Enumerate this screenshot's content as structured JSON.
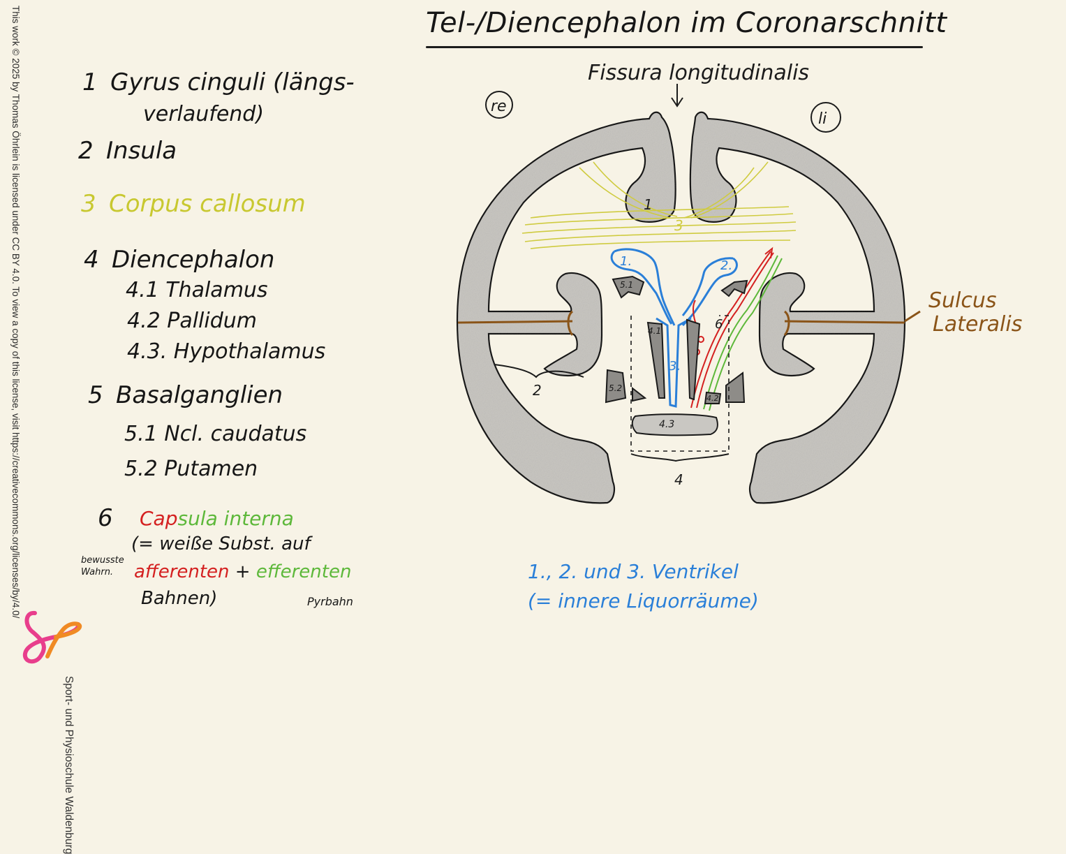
{
  "title": "Tel-/Diencephalon im Coronarschnitt",
  "credit": "This work © 2025 by Thomas Öhrlein is licensed under CC BY 4.0. To view a copy of this license, visit https://creativecommons.org/licenses/by/4.0/",
  "logo": {
    "name": "Sport- und Physioschule Waldenburg",
    "colors": [
      "#e83e8c",
      "#f08a24"
    ]
  },
  "legend": {
    "item1": {
      "num": "1",
      "text": "Gyrus cinguli (längs-",
      "cont": "verlaufend)"
    },
    "item2": {
      "num": "2",
      "text": "Insula"
    },
    "item3": {
      "num": "3",
      "text": "Corpus callosum",
      "color": "#c8c830"
    },
    "item4": {
      "num": "4",
      "text": "Diencephalon"
    },
    "item41": "4.1 Thalamus",
    "item42": "4.2 Pallidum",
    "item43": "4.3. Hypothalamus",
    "item5": {
      "num": "5",
      "text": "Basalganglien"
    },
    "item51": "5.1 Ncl. caudatus",
    "item52": "5.2 Putamen",
    "item6": {
      "num": "6",
      "cap": "Cap",
      "sula": "sula",
      "interna": "interna",
      "line2": "(= weiße Subst. auf",
      "afferenten": "afferenten",
      "plus": "+",
      "efferenten": "efferenten",
      "line4": "Bahnen)",
      "note_left": "bewusste Wahrn.",
      "note_right": "Pyrbahn"
    }
  },
  "colors": {
    "red": "#d42020",
    "green": "#5db83a",
    "blue": "#2a7fd8",
    "yellow": "#c8c830",
    "brown": "#8a5418",
    "gray": "#c9c7c2"
  },
  "diagram": {
    "fissura": "Fissura longitudinalis",
    "re": "re",
    "li": "li",
    "sulcus1": "Sulcus",
    "sulcus2": "Lateralis",
    "labels": {
      "l1": "1",
      "l2_brace": "2",
      "l3_cc": "3",
      "v1": "1.",
      "v2": "2.",
      "v3": "3.",
      "n51": "5.1",
      "n41": "4.1",
      "n52": "5.2",
      "n42": "4.2",
      "n43": "4.3",
      "n6": "6",
      "n4": "4"
    }
  },
  "ventricles": {
    "line1": "1., 2. und 3. Ventrikel",
    "line2": "(= innere Liquorräume)"
  }
}
